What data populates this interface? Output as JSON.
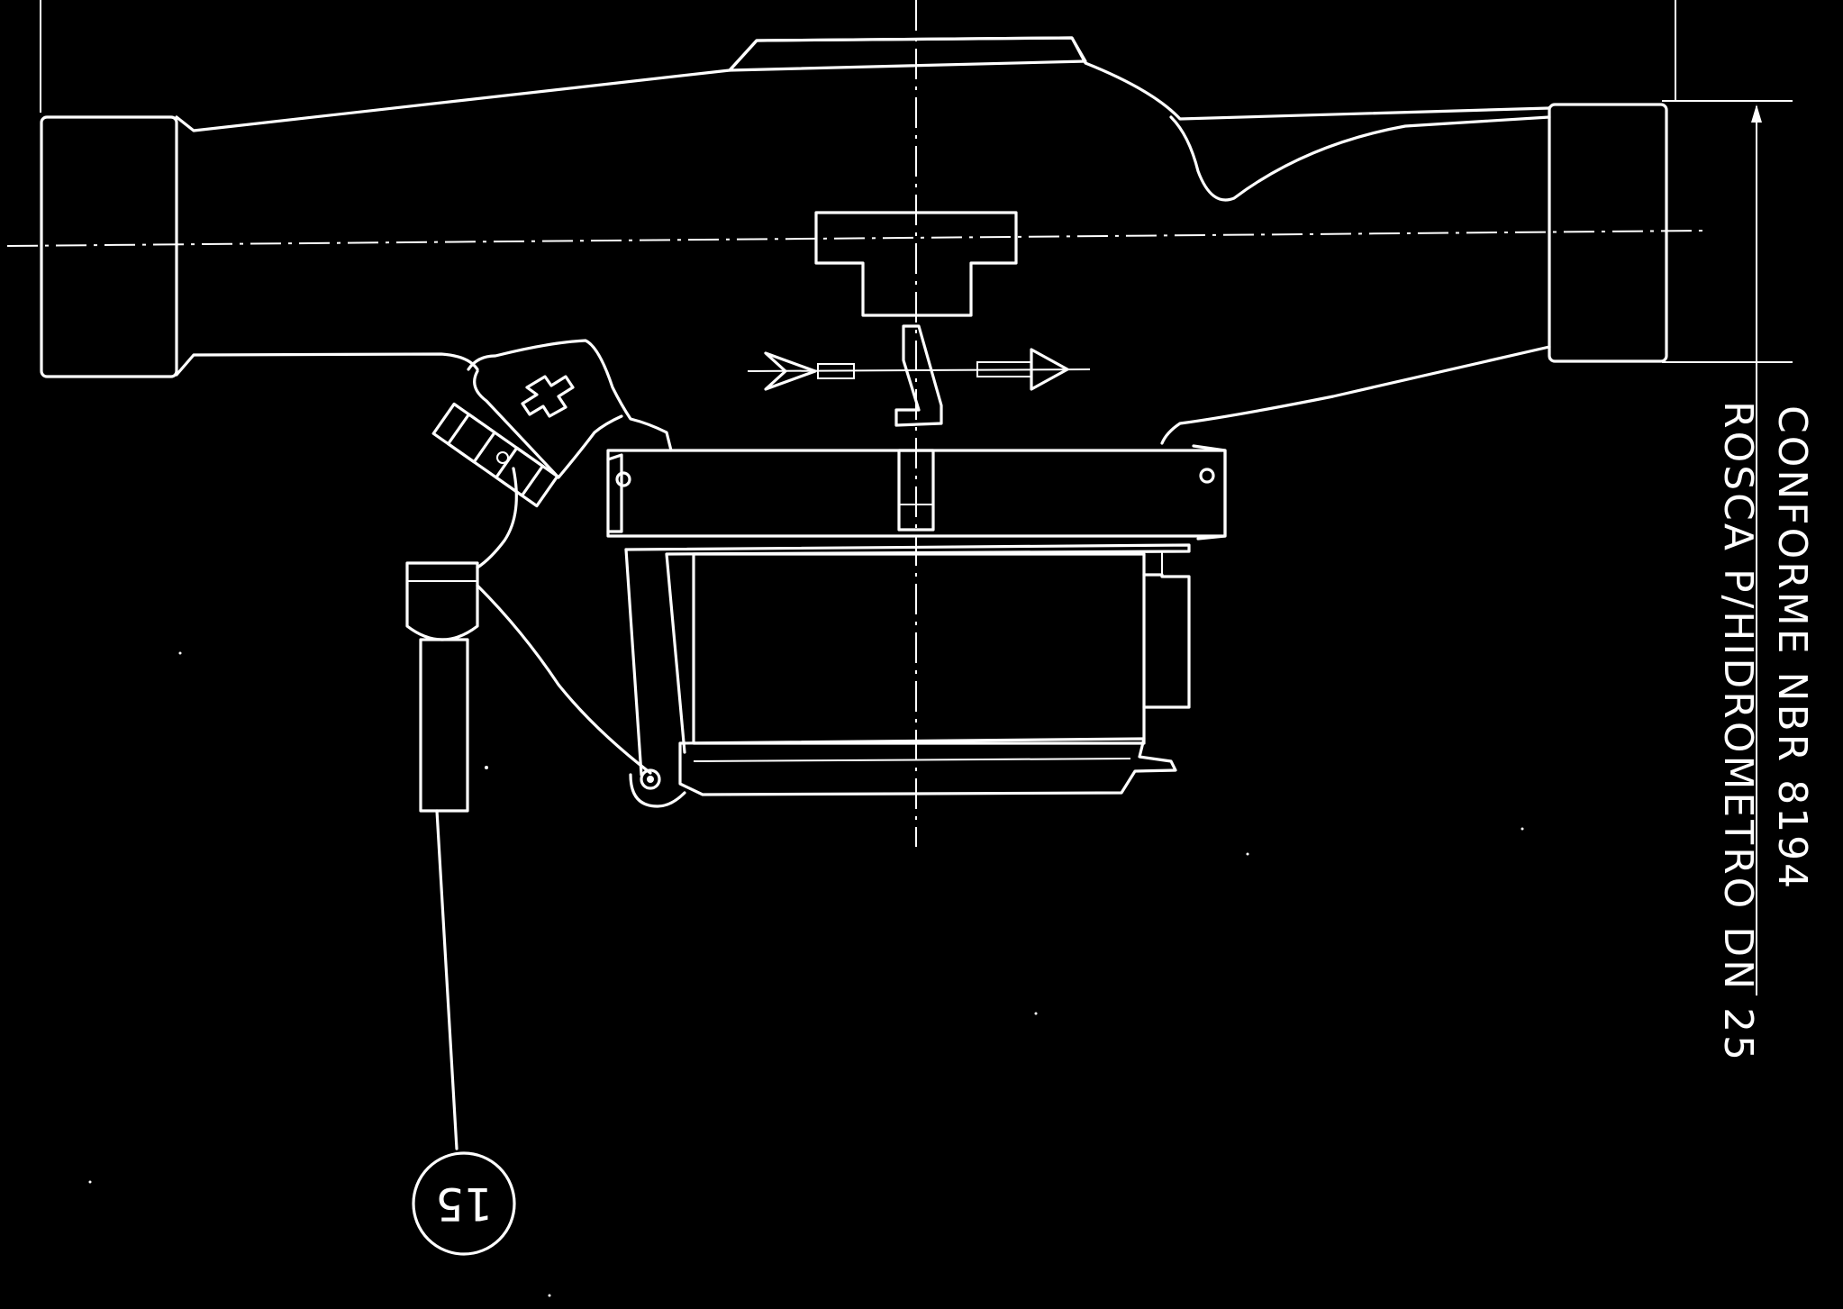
{
  "drawing": {
    "note_line_1": "CONFORME NBR 8194",
    "note_line_2": "ROSCA P/HIDROMETRO DN 25",
    "balloon_label": "15",
    "line_color": "#ffffff",
    "background_color": "#000000"
  }
}
